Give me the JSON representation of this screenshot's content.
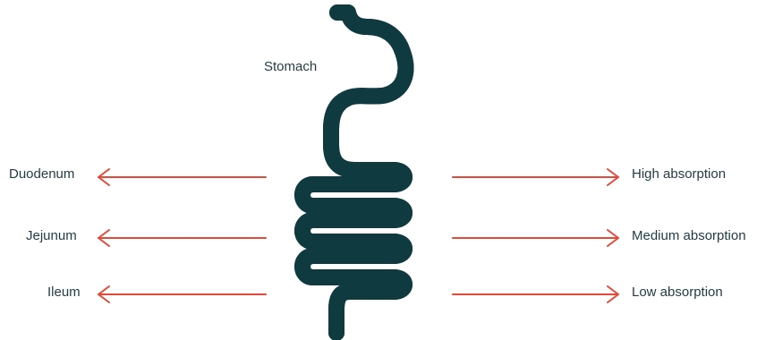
{
  "diagram": {
    "organ_label": "Stomach",
    "left_labels": [
      "Duodenum",
      "Jejunum",
      "Ileum"
    ],
    "right_labels": [
      "High absorption",
      "Medium absorption",
      "Low absorption"
    ],
    "colors": {
      "outline": "#0f3a3f",
      "arrow": "#e5493a",
      "text": "#1f3b42"
    }
  }
}
